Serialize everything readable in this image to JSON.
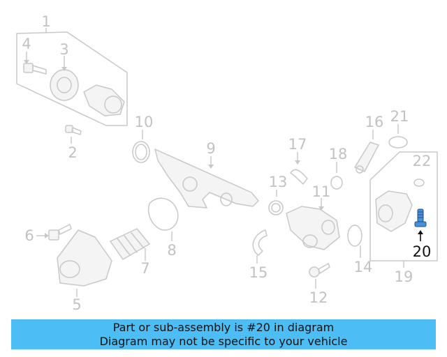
{
  "callouts": {
    "c1": "1",
    "c2": "2",
    "c3": "3",
    "c4": "4",
    "c5": "5",
    "c6": "6",
    "c7": "7",
    "c8": "8",
    "c9": "9",
    "c10": "10",
    "c11": "11",
    "c12": "12",
    "c13": "13",
    "c14": "14",
    "c15": "15",
    "c16": "16",
    "c17": "17",
    "c18": "18",
    "c19": "19",
    "c20": "20",
    "c21": "21",
    "c22": "22"
  },
  "highlight": {
    "part": "20",
    "color": "#4a90d9"
  },
  "banner": {
    "line1": "Part or sub-assembly is #20 in diagram",
    "line2": "Diagram may not be specific to your vehicle",
    "background": "#4dbdf5"
  }
}
